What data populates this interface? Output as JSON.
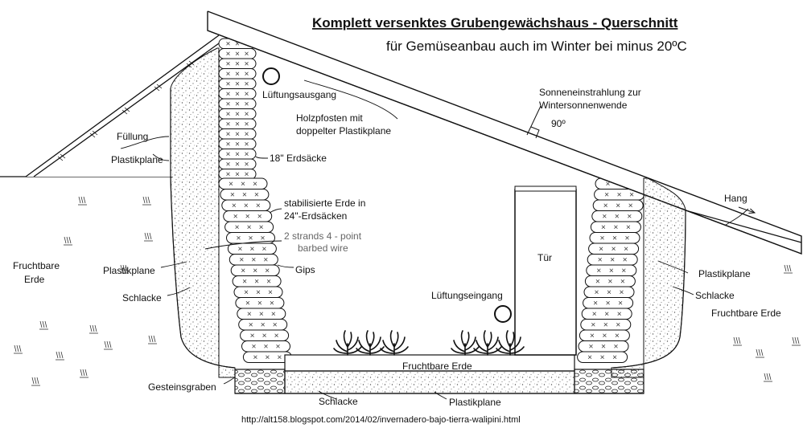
{
  "title": "Komplett versenktes Grubengewächshaus - Querschnitt",
  "subtitle": "für Gemüseanbau auch im Winter bei minus 20ºC",
  "url": "http://alt158.blogspot.com/2014/02/invernadero-bajo-tierra-walipini.html",
  "labels": {
    "lueftungsausgang": "Lüftungsausgang",
    "holzpfosten_1": "Holzpfosten mit",
    "holzpfosten_2": "doppelter Plastikplane",
    "sonne_1": "Sonneneinstrahlung zur",
    "sonne_2": "Wintersonnenwende",
    "winkel": "90º",
    "fuellung": "Füllung",
    "plastikplane_roof": "Plastikplane",
    "erdsaecke18": "18\" Erdsäcke",
    "stab_erde_1": "stabilisierte Erde in",
    "stab_erde_2": "24\"-Erdsäcken",
    "wire_1": "2 strands 4 - point",
    "wire_2": "barbed wire",
    "gips": "Gips",
    "fruchtbare_left_1": "Fruchtbare",
    "fruchtbare_left_2": "Erde",
    "plastikplane_left": "Plastikplane",
    "schlacke_left": "Schlacke",
    "tuer": "Tür",
    "lueftungseingang": "Lüftungseingang",
    "hang": "Hang",
    "plastikplane_right": "Plastikplane",
    "schlacke_right": "Schlacke",
    "fruchtbare_right": "Fruchtbare Erde",
    "fruchtbare_floor": "Fruchtbare Erde",
    "gesteinsgraben": "Gesteinsgraben",
    "schlacke_bottom": "Schlacke",
    "plastikplane_bottom": "Plastikplane"
  },
  "colors": {
    "line": "#111111",
    "gravel_dots": "#555555",
    "background": "#ffffff"
  }
}
